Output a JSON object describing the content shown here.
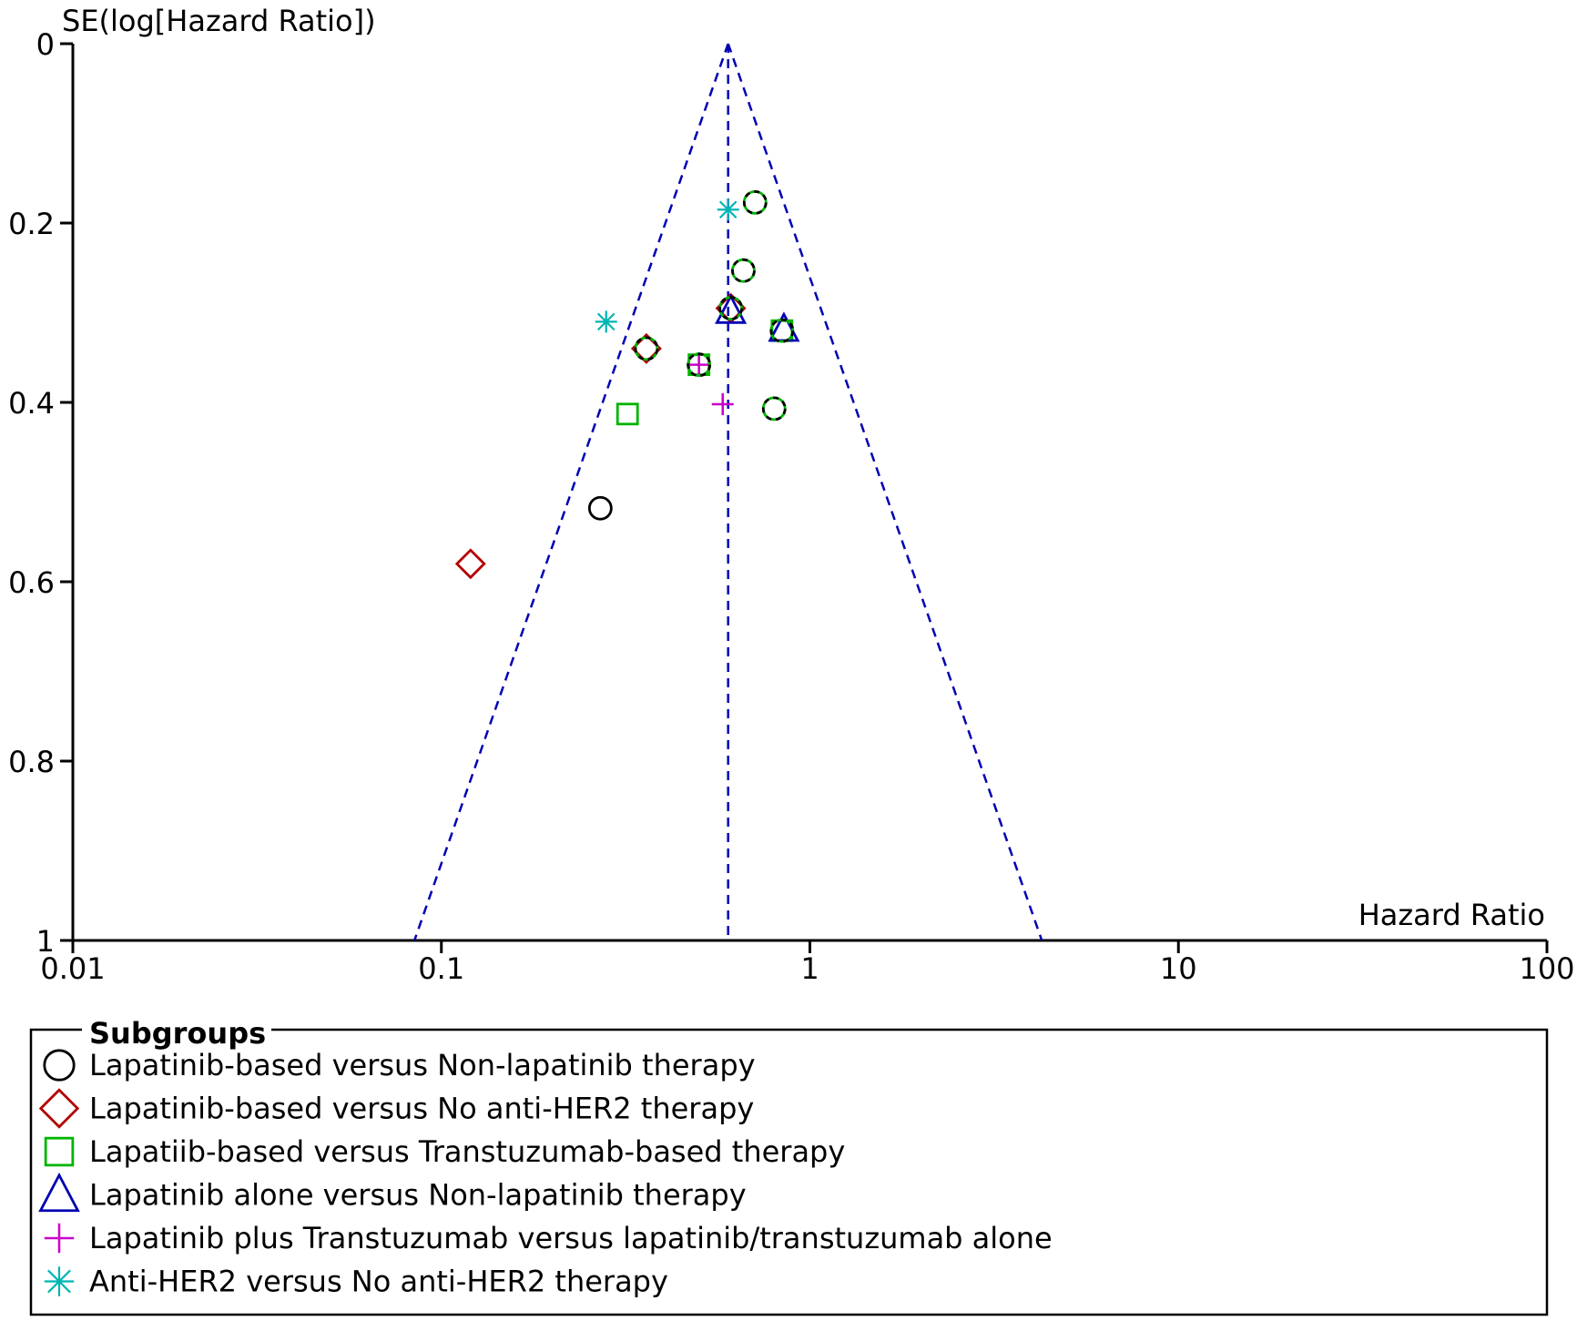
{
  "chart_data": {
    "type": "scatter",
    "subtype": "funnel-plot",
    "xlabel": "Hazard Ratio",
    "ylabel": "SE(log[Hazard Ratio])",
    "x_scale": "log",
    "xlim": [
      0.01,
      100
    ],
    "ylim": [
      0,
      1
    ],
    "y_inverted": true,
    "x_ticks": [
      "0.01",
      "0.1",
      "1",
      "10",
      "100"
    ],
    "y_ticks": [
      "0",
      "0.2",
      "0.4",
      "0.6",
      "0.8",
      "1"
    ],
    "pooled_estimate": 0.6,
    "funnel_color": "#0000b4",
    "legend": {
      "title": "Subgroups",
      "placement": "bottom"
    },
    "series": [
      {
        "name": "Lapatinib-based versus Non-lapatinib therapy",
        "marker": "circle",
        "color": "#000000",
        "points": [
          [
            0.27,
            0.518
          ]
        ]
      },
      {
        "name": "Lapatinib-based versus No anti-HER2 therapy",
        "marker": "diamond",
        "color": "#b40000",
        "points": [
          [
            0.12,
            0.58
          ],
          [
            0.36,
            0.34
          ],
          [
            0.61,
            0.295
          ]
        ]
      },
      {
        "name": "Lapatiib-based versus Transtuzumab-based therapy",
        "marker": "square",
        "color": "#00b400",
        "points": [
          [
            0.32,
            0.413
          ],
          [
            0.5,
            0.358
          ],
          [
            0.84,
            0.32
          ]
        ]
      },
      {
        "name": "Lapatinib alone versus Non-lapatinib therapy",
        "marker": "triangle",
        "color": "#0000b4",
        "points": [
          [
            0.61,
            0.298
          ],
          [
            0.85,
            0.318
          ]
        ]
      },
      {
        "name": "Lapatinib plus Transtuzumab versus lapatinib/transtuzumab alone",
        "marker": "plus",
        "color": "#c800c8",
        "points": [
          [
            0.5,
            0.358
          ],
          [
            0.58,
            0.402
          ]
        ]
      },
      {
        "name": "Anti-HER2 versus No anti-HER2 therapy",
        "marker": "asterisk",
        "color": "#00b4b4",
        "points": [
          [
            0.28,
            0.31
          ],
          [
            0.6,
            0.185
          ]
        ]
      },
      {
        "name": "",
        "marker": "overlay-circle",
        "color": "#00b400",
        "overlay_color": "#000000",
        "points": [
          [
            0.71,
            0.177
          ],
          [
            0.66,
            0.253
          ],
          [
            0.61,
            0.295
          ],
          [
            0.36,
            0.34
          ],
          [
            0.5,
            0.358
          ],
          [
            0.84,
            0.32
          ],
          [
            0.8,
            0.407
          ]
        ]
      }
    ]
  }
}
